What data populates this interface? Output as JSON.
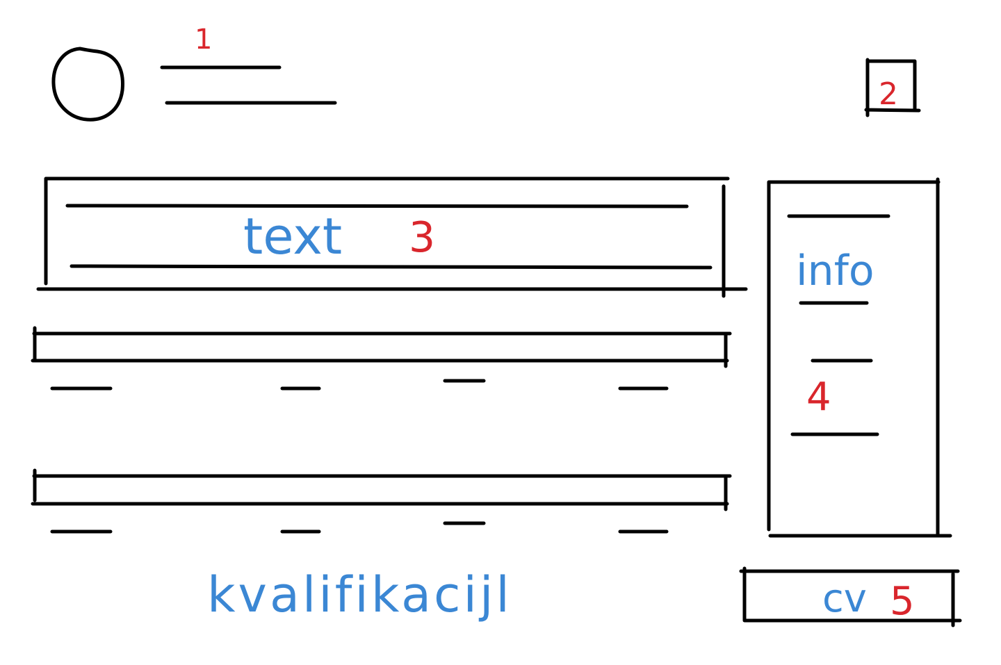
{
  "colors": {
    "ink": "#000000",
    "note_blue": "#3b87d4",
    "marker_red": "#d9262c",
    "paper": "#ffffff"
  },
  "header": {
    "avatar_icon": "circle-avatar-icon",
    "marker": "1"
  },
  "top_right_box": {
    "marker": "2"
  },
  "main_banner": {
    "label": "text",
    "marker": "3"
  },
  "info_panel": {
    "title": "info",
    "marker": "4"
  },
  "cv_button": {
    "label": "cv",
    "marker": "5"
  },
  "qualifications": {
    "label": "kvalifikacijl"
  }
}
